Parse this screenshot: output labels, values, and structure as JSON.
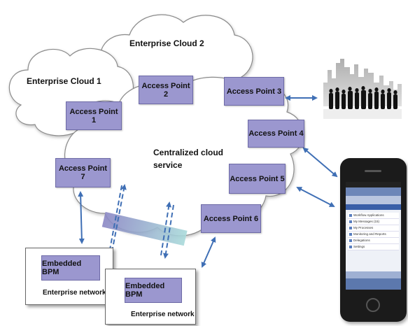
{
  "clouds": {
    "enterprise_cloud_1": "Enterprise Cloud 1",
    "enterprise_cloud_2": "Enterprise Cloud 2",
    "centralized_line1": "Centralized cloud",
    "centralized_line2": "service"
  },
  "access_points": {
    "ap1": "Access Point 1",
    "ap2": "Access Point 2",
    "ap3": "Access Point 3",
    "ap4": "Access Point 4",
    "ap5": "Access Point 5",
    "ap6": "Access Point 6",
    "ap7": "Access Point 7"
  },
  "networks": {
    "left": {
      "bpm": "Embedded BPM",
      "label": "Enterprise network"
    },
    "right": {
      "bpm": "Embedded BPM",
      "label": "Enterprise network"
    }
  },
  "phone_menu": [
    "Workflow Applications",
    "My Messages (15)",
    "My Processes",
    "Monitoring and Reports",
    "Delegations",
    "Settings"
  ],
  "colors": {
    "access_point_fill": "#9b97cf",
    "arrow": "#3f6fb5",
    "cloud_fill": "#ffffff",
    "cloud_stroke": "#8a8a8a"
  }
}
